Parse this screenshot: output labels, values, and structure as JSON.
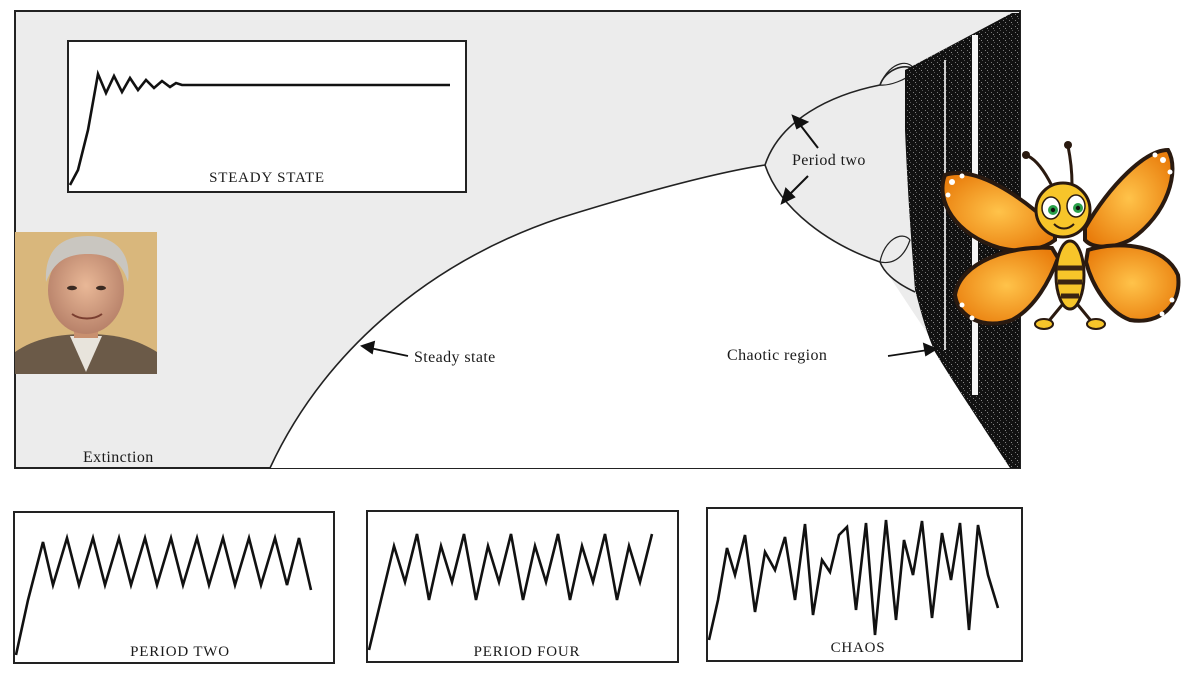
{
  "main_diagram": {
    "labels": {
      "extinction": "Extinction",
      "steady_state": "Steady state",
      "period_two": "Period two",
      "chaotic_region": "Chaotic region"
    }
  },
  "insets": {
    "steady_state": "STEADY STATE",
    "period_two": "PERIOD TWO",
    "period_four": "PERIOD FOUR",
    "chaos": "CHAOS"
  },
  "photos": {
    "portrait": "portrait-photo",
    "butterfly": "butterfly-cartoon"
  },
  "colors": {
    "paper": "#ececec",
    "ink": "#1a1a1a",
    "butterfly_wing": "#f39a1e",
    "butterfly_body": "#f7c52a",
    "portrait_bg": "#d9b77c"
  }
}
